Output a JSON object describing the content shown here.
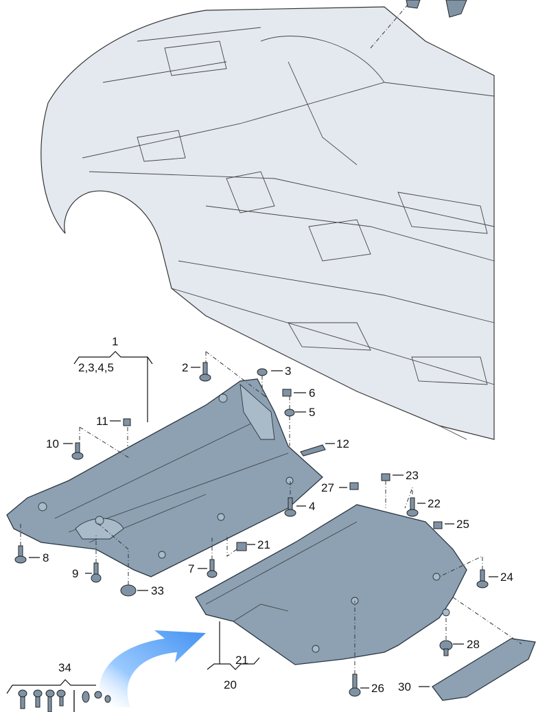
{
  "diagram": {
    "title_group": {
      "main": "1",
      "sub": "2,3,4,5"
    },
    "callouts": {
      "c2": "2",
      "c3": "3",
      "c6": "6",
      "c5": "5",
      "c11": "11",
      "c10": "10",
      "c12": "12",
      "c27": "27",
      "c23": "23",
      "c4": "4",
      "c22": "22",
      "c25": "25",
      "c21a": "21",
      "c7": "7",
      "c8": "8",
      "c9": "9",
      "c33": "33",
      "c24": "24",
      "c28": "28",
      "c26": "26",
      "c30": "30",
      "c21b": "21",
      "c20": "20",
      "c34": "34"
    },
    "colors": {
      "body": "#e4e9ef",
      "panel": "#8da1b3",
      "arrow": "#3d8ef0"
    }
  }
}
